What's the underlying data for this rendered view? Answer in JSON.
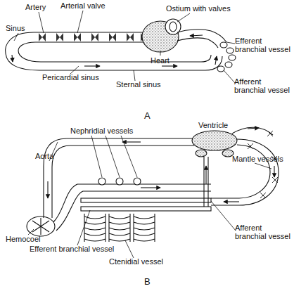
{
  "diagram": {
    "labels": [
      "Artery",
      "Arterial valve",
      "Ostium with valves",
      "Sinus",
      "Efferent branchial vessel",
      "Heart",
      "Pericardial sinus",
      "Sternal sinus",
      "Afferent branchial vessel",
      "A",
      "Nephridial vessels",
      "Ventricle",
      "Aorta",
      "Mantle vessels",
      "Hemocoel",
      "Afferent branchial vessel",
      "Efferent branchial vessel",
      "Ctenidial vessel",
      "B"
    ]
  }
}
